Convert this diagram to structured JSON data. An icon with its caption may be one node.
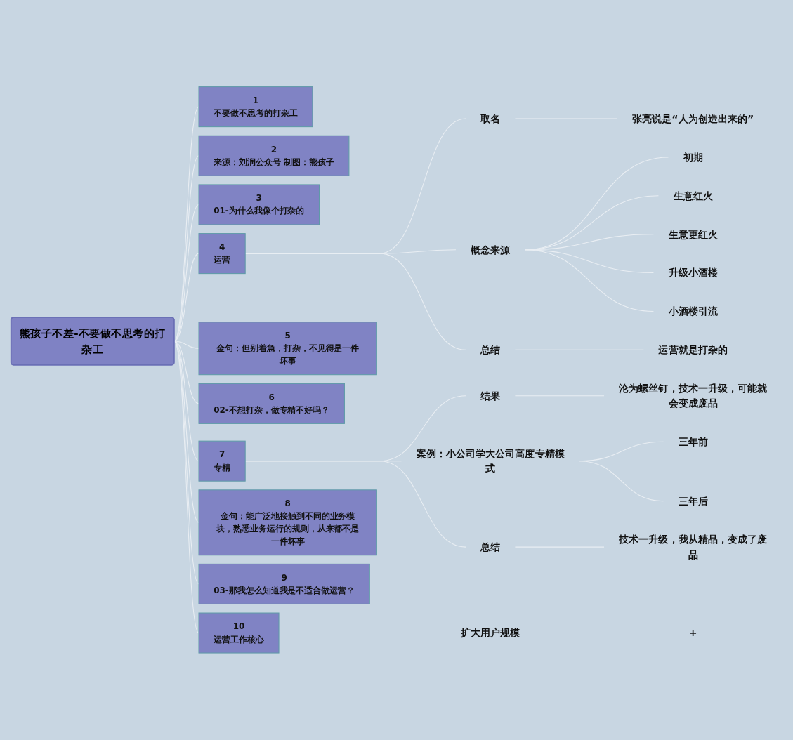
{
  "diagram": {
    "nodes": [
      {
        "text": [
          "熊孩子不差-不要做不思考的打杂工"
        ]
      },
      {
        "text": [
          "1",
          "不要做不思考的打杂工"
        ]
      },
      {
        "text": [
          "2",
          "来源：刘润公众号 制图：熊孩子"
        ]
      },
      {
        "text": [
          "3",
          "01-为什么我像个打杂的"
        ]
      },
      {
        "text": [
          "4",
          "运营"
        ]
      },
      {
        "text": [
          "取名"
        ]
      },
      {
        "text": [
          "张亮说是“人为创造出来的”"
        ]
      },
      {
        "text": [
          "概念来源"
        ]
      },
      {
        "text": [
          "初期"
        ]
      },
      {
        "text": [
          "生意红火"
        ]
      },
      {
        "text": [
          "生意更红火"
        ]
      },
      {
        "text": [
          "升级小酒楼"
        ]
      },
      {
        "text": [
          "小酒楼引流"
        ]
      },
      {
        "text": [
          "总结"
        ]
      },
      {
        "text": [
          "运营就是打杂的"
        ]
      },
      {
        "text": [
          "5",
          "金句：但别着急，打杂，不见得是一件坏事"
        ]
      },
      {
        "text": [
          "6",
          "02-不想打杂，做专精不好吗？"
        ]
      },
      {
        "text": [
          "7",
          "专精"
        ]
      },
      {
        "text": [
          "结果"
        ]
      },
      {
        "text": [
          "沦为螺丝钉，技术一升级，可能就会变成废品"
        ]
      },
      {
        "text": [
          "案例：小公司学大公司高度专精模式"
        ]
      },
      {
        "text": [
          "三年前"
        ]
      },
      {
        "text": [
          "三年后"
        ]
      },
      {
        "text": [
          "总结"
        ]
      },
      {
        "text": [
          "技术一升级，我从精品，变成了废品"
        ]
      },
      {
        "text": [
          "8",
          "金句：能广泛地接触到不同的业务模块，熟悉业务运行的规则，从来都不是一件坏事"
        ]
      },
      {
        "text": [
          "9",
          "03-那我怎么知道我是不适合做运营？"
        ]
      },
      {
        "text": [
          "10",
          "运营工作核心"
        ]
      },
      {
        "text": [
          "扩大用户规模"
        ]
      },
      {
        "text": [
          "+"
        ]
      }
    ],
    "edges": [
      {
        "from": 0,
        "to": 1,
        "arrow": "none"
      },
      {
        "from": 0,
        "to": 2,
        "arrow": "none"
      },
      {
        "from": 0,
        "to": 3,
        "arrow": "none"
      },
      {
        "from": 0,
        "to": 4,
        "arrow": "none"
      },
      {
        "from": 4,
        "to": 5,
        "arrow": "none"
      },
      {
        "from": 5,
        "to": 6,
        "arrow": "none"
      },
      {
        "from": 4,
        "to": 7,
        "arrow": "none"
      },
      {
        "from": 7,
        "to": 8,
        "arrow": "none"
      },
      {
        "from": 7,
        "to": 9,
        "arrow": "none"
      },
      {
        "from": 7,
        "to": 10,
        "arrow": "none"
      },
      {
        "from": 7,
        "to": 11,
        "arrow": "none"
      },
      {
        "from": 7,
        "to": 12,
        "arrow": "none"
      },
      {
        "from": 4,
        "to": 13,
        "arrow": "none"
      },
      {
        "from": 13,
        "to": 14,
        "arrow": "none"
      },
      {
        "from": 0,
        "to": 15,
        "arrow": "none"
      },
      {
        "from": 0,
        "to": 16,
        "arrow": "none"
      },
      {
        "from": 0,
        "to": 17,
        "arrow": "none"
      },
      {
        "from": 17,
        "to": 18,
        "arrow": "none"
      },
      {
        "from": 18,
        "to": 19,
        "arrow": "none"
      },
      {
        "from": 17,
        "to": 20,
        "arrow": "none"
      },
      {
        "from": 20,
        "to": 21,
        "arrow": "none"
      },
      {
        "from": 20,
        "to": 22,
        "arrow": "none"
      },
      {
        "from": 17,
        "to": 23,
        "arrow": "none"
      },
      {
        "from": 23,
        "to": 24,
        "arrow": "none"
      },
      {
        "from": 0,
        "to": 25,
        "arrow": "none"
      },
      {
        "from": 0,
        "to": 26,
        "arrow": "none"
      },
      {
        "from": 0,
        "to": 27,
        "arrow": "none"
      },
      {
        "from": 27,
        "to": 28,
        "arrow": "none"
      },
      {
        "from": 28,
        "to": 29,
        "arrow": "none"
      }
    ]
  }
}
